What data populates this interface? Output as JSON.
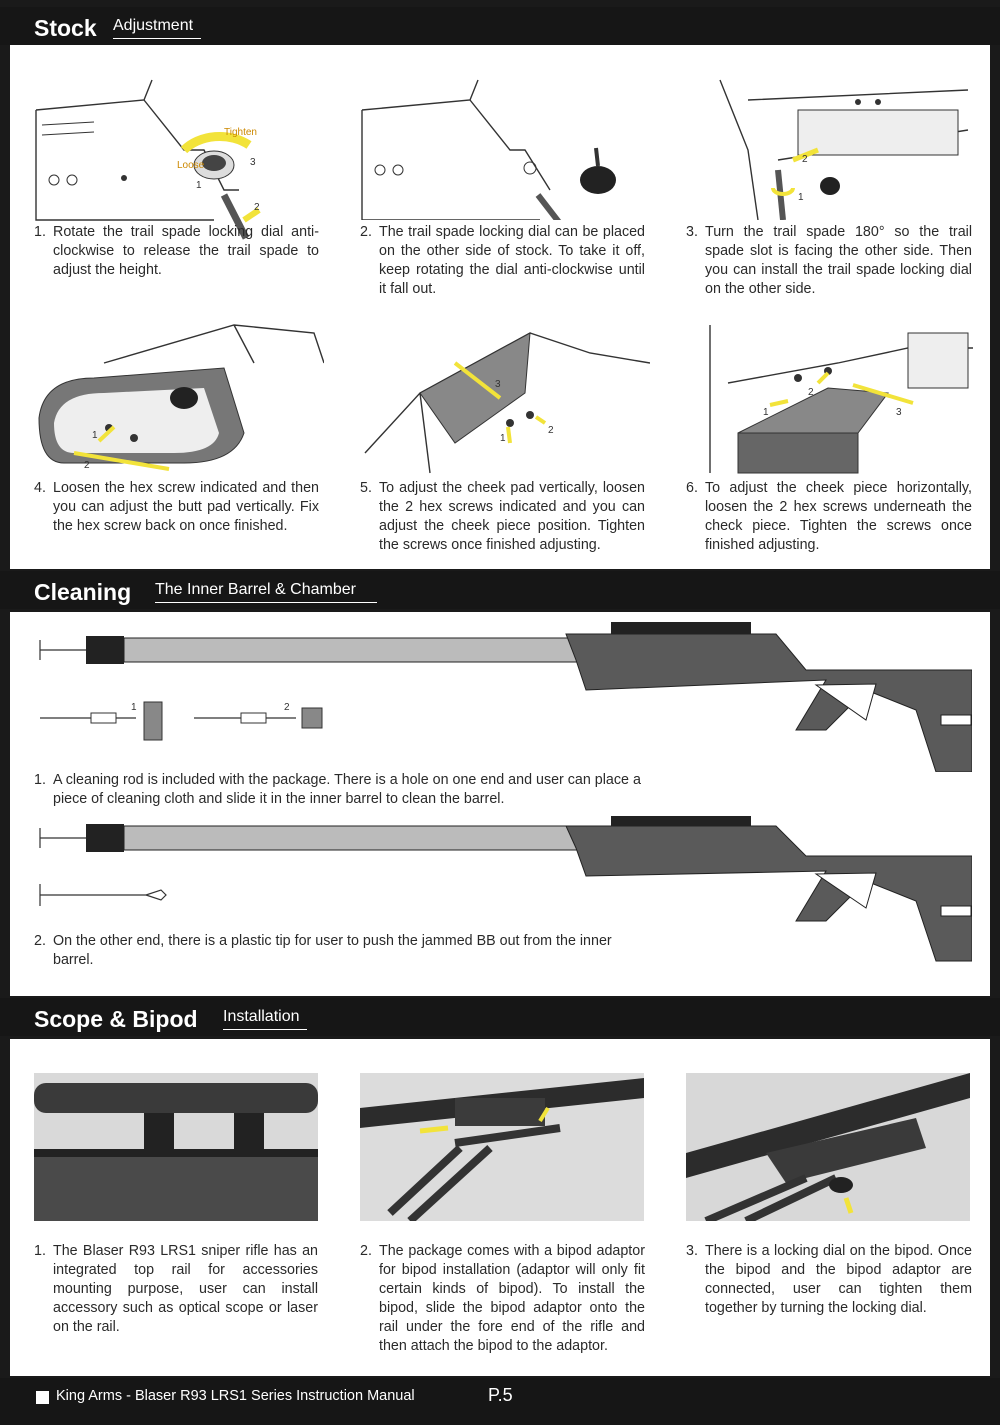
{
  "sections": {
    "stock": {
      "title": "Stock",
      "subtitle": "Adjustment"
    },
    "cleaning": {
      "title": "Cleaning",
      "subtitle": "The Inner Barrel & Chamber"
    },
    "scope": {
      "title": "Scope & Bipod",
      "subtitle": "Installation"
    }
  },
  "stock_steps": [
    {
      "num": "1.",
      "text": "Rotate the trail spade locking dial anti-clockwise to release the trail spade to adjust the height.",
      "figure_labels": [
        "Tighten",
        "Loose",
        "1",
        "2",
        "3"
      ]
    },
    {
      "num": "2.",
      "text": "The trail spade locking dial can be placed on the other side of stock. To take it off, keep rotating the dial anti-clockwise until it fall out.",
      "figure_labels": []
    },
    {
      "num": "3.",
      "text": "Turn the trail spade 180° so the trail spade slot is facing the other side. Then you can install the trail spade locking dial on the other side.",
      "figure_labels": [
        "1",
        "2"
      ]
    },
    {
      "num": "4.",
      "text": "Loosen the hex screw indicated and then you can adjust the butt pad vertically. Fix the hex screw back on once finished.",
      "figure_labels": [
        "1",
        "2"
      ]
    },
    {
      "num": "5.",
      "text": "To adjust the cheek pad vertically, loosen the 2 hex screws indicated and you can adjust the cheek piece position. Tighten the screws once finished adjusting.",
      "figure_labels": [
        "1",
        "2",
        "3"
      ]
    },
    {
      "num": "6.",
      "text": "To adjust the cheek piece horizontally, loosen the 2 hex screws underneath the check piece. Tighten the screws once finished adjusting.",
      "figure_labels": [
        "1",
        "2",
        "3"
      ]
    }
  ],
  "cleaning_steps": [
    {
      "num": "1.",
      "text": "A cleaning rod is included with the package. There is a hole on one end and user can place a piece of cleaning cloth and slide it in the inner barrel to clean the barrel.",
      "figure_labels": [
        "1",
        "2"
      ]
    },
    {
      "num": "2.",
      "text": "On the other end, there is a plastic tip for user to push the jammed BB out from the inner barrel."
    }
  ],
  "scope_steps": [
    {
      "num": "1.",
      "text": "The Blaser R93 LRS1 sniper rifle has an integrated top rail for accessories mounting purpose, user can install accessory such as optical scope or laser on the rail."
    },
    {
      "num": "2.",
      "text": "The package comes with a bipod adaptor for bipod installation (adaptor will only fit certain kinds of bipod). To install the bipod, slide the bipod adaptor onto the rail under the fore end of the rifle and then attach the bipod to the adaptor."
    },
    {
      "num": "3.",
      "text": "There is a locking dial on the bipod. Once the bipod and the bipod adaptor are connected, user can tighten them together by turning the locking dial."
    }
  ],
  "footer": {
    "manual": "King Arms - Blaser R93 LRS1 Series Instruction Manual",
    "page": "P.5"
  },
  "colors": {
    "header_bg": "#161616",
    "panel_bg": "#ffffff",
    "arrow_yellow": "#f2e33a",
    "stock_grey": "#8a8a8a"
  }
}
